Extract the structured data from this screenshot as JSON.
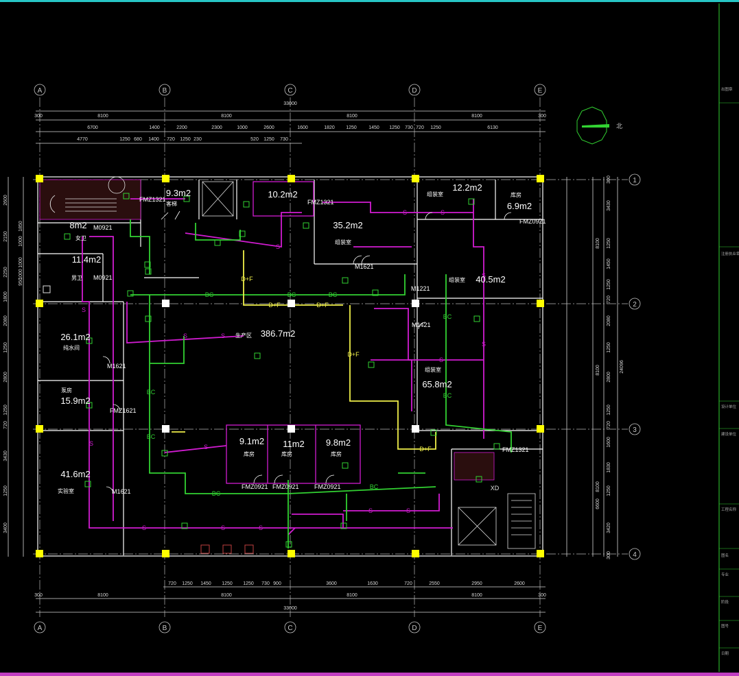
{
  "axes": {
    "letters": [
      "A",
      "B",
      "C",
      "D",
      "E"
    ],
    "numbers": [
      "1",
      "2",
      "3",
      "4"
    ]
  },
  "dimensions": {
    "top_total": "33000",
    "top_row1": [
      "300",
      "8100",
      "8100",
      "8100",
      "8100",
      "300"
    ],
    "top_row2": [
      "6700",
      "1400",
      "2200",
      "2300",
      "1000",
      "2600",
      "1600",
      "1820",
      "1250",
      "1450",
      "1250",
      "730",
      "720",
      "1250",
      "6130"
    ],
    "top_row3": [
      "4770",
      "1250",
      "680",
      "1400",
      "720",
      "1250",
      "230",
      "520",
      "1250",
      "730"
    ],
    "bottom_row1": [
      "720",
      "1250",
      "1450",
      "1250",
      "1250",
      "730",
      "900",
      "3600",
      "1630",
      "720",
      "2550",
      "2950",
      "2600"
    ],
    "bottom_row2": [
      "300",
      "8100",
      "8100",
      "8100",
      "8100",
      "300"
    ],
    "bottom_total": "33000",
    "left": [
      "2600",
      "1850",
      "2150",
      "1000",
      "2250",
      "1000",
      "1000",
      "950",
      "1800",
      "2080",
      "1250",
      "2800",
      "1250",
      "720",
      "3430",
      "1250",
      "3400"
    ],
    "right_row1": [
      "300",
      "3430",
      "1250",
      "1450",
      "1250",
      "720",
      "2080",
      "1250",
      "2800",
      "1250",
      "720",
      "1600",
      "1830",
      "1250",
      "3420",
      "300"
    ],
    "right_row2": [
      "8100",
      "8100",
      "8100",
      "6600"
    ],
    "right_total": "24096"
  },
  "rooms": [
    {
      "area": "9.3m2",
      "name": "客梯"
    },
    {
      "area": "10.2m2",
      "name": ""
    },
    {
      "area": "12.2m2",
      "name": "组装室"
    },
    {
      "area": "6.9m2",
      "name": "库房"
    },
    {
      "area": "8m2",
      "name": "女卫"
    },
    {
      "area": "35.2m2",
      "name": "组装室"
    },
    {
      "area": "11.4m2",
      "name": "男卫"
    },
    {
      "area": "40.5m2",
      "name": "组装室"
    },
    {
      "area": "386.7m2",
      "name": "生产区"
    },
    {
      "area": "26.1m2",
      "name": "纯水间"
    },
    {
      "area": "65.8m2",
      "name": "组装室"
    },
    {
      "area": "15.9m2",
      "name": "泵房"
    },
    {
      "area": "9.1m2",
      "name": "库房"
    },
    {
      "area": "11m2",
      "name": "库房"
    },
    {
      "area": "9.8m2",
      "name": "库房"
    },
    {
      "area": "41.6m2",
      "name": "实验室"
    }
  ],
  "doors": [
    "FMZ1321",
    "FMZ1321",
    "FMZ0921",
    "M0921",
    "M0921",
    "M1621",
    "M1221",
    "M1421",
    "M1621",
    "FMZ1621",
    "FMZ1321",
    "M1621",
    "FMZ0921",
    "FMZ0921",
    "FMZ0921"
  ],
  "duct_labels": {
    "supply": "S",
    "return": "BC",
    "fresh": "D+F",
    "exhaust": "XD"
  },
  "north": "北",
  "colors": {
    "wall": "#ffffff",
    "column": "#ffff00",
    "dim": "#d8d8d8",
    "axis": "#b8b8b8",
    "duct_s": "#d21cd2",
    "duct_bc": "#32d232",
    "duct_f": "#f0ef4a",
    "frame_top": "#27c6c6",
    "frame_bottom": "#c13ec1"
  },
  "title_block": {
    "rows": [
      "出图章",
      "注册执业章",
      "设计单位",
      "建设单位",
      "工程名称",
      "图名",
      "专业",
      "阶段",
      "图号",
      "日期"
    ]
  }
}
